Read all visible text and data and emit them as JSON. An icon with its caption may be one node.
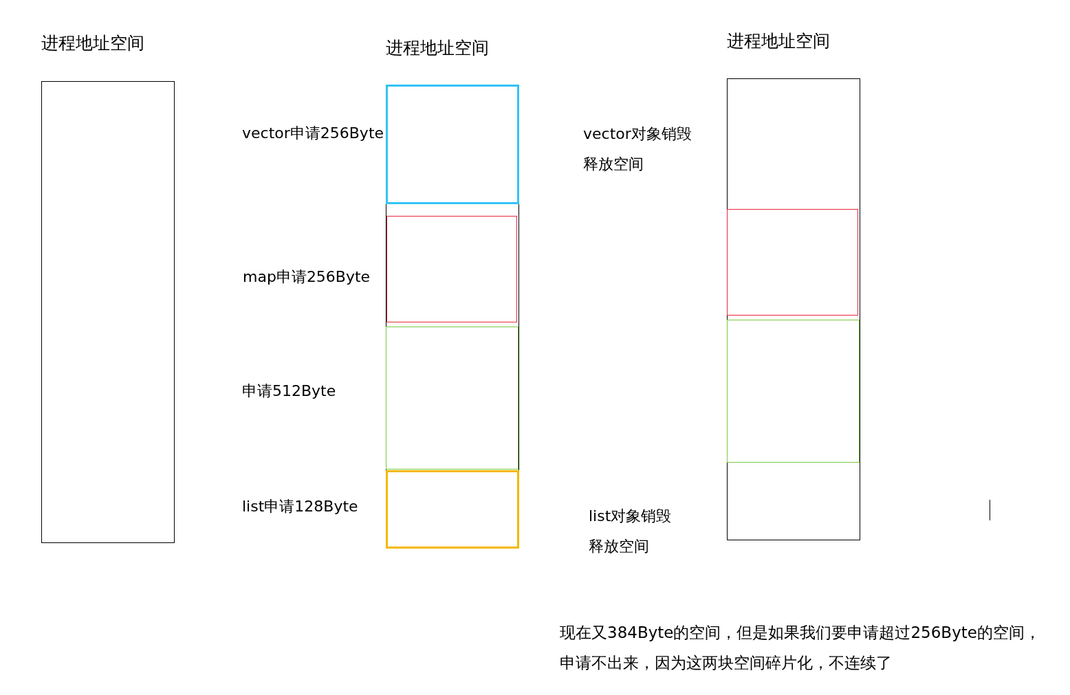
{
  "diagram": {
    "nodes": [
      {
        "text": [
          "进程地址空间"
        ]
      },
      {
        "text": [
          "进程地址空间"
        ]
      },
      {
        "text": [],
        "shape": "box",
        "in": 1,
        "beside": [
          "vector申请256Byte"
        ]
      },
      {
        "text": [],
        "shape": "box",
        "in": 1,
        "beside": [
          "map申请256Byte"
        ]
      },
      {
        "text": [],
        "shape": "box",
        "in": 1,
        "beside": [
          "申请512Byte"
        ]
      },
      {
        "text": [],
        "shape": "box",
        "in": 1,
        "beside": [
          "list申请128Byte"
        ]
      },
      {
        "text": [
          "进程地址空间"
        ]
      },
      {
        "text": [],
        "shape": "box",
        "in": 6
      },
      {
        "text": [],
        "shape": "box",
        "in": 6
      }
    ],
    "labels": [
      "vector对象销毁",
      "释放空间",
      "list对象销毁",
      "释放空间",
      "现在又384Byte的空间，但是如果我们要申请超过256Byte的空间，申请不出来，因为这两块空间碎片化，不连续了"
    ]
  }
}
